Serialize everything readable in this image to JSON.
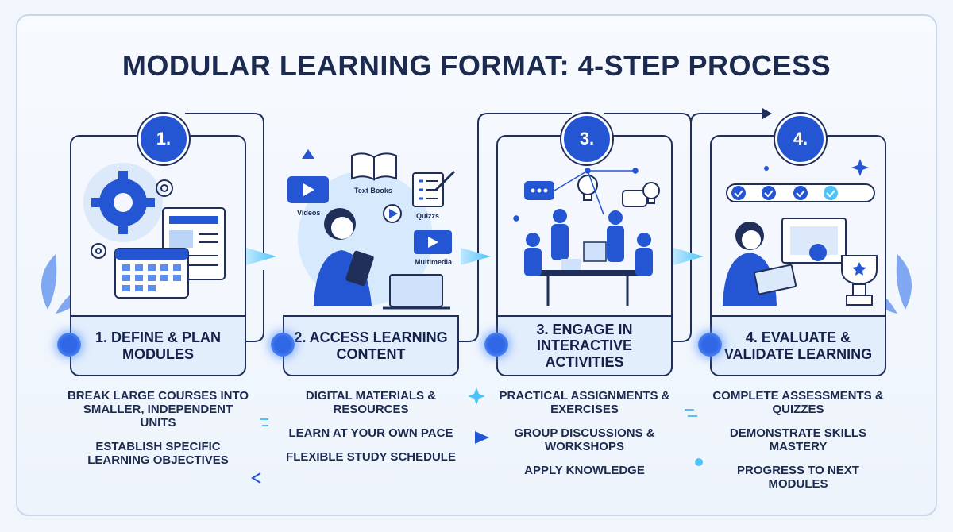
{
  "title": "MODULAR LEARNING FORMAT: 4-STEP PROCESS",
  "steps": [
    {
      "badge": "1.",
      "label": "1. DEFINE & PLAN MODULES",
      "bullets": [
        "BREAK LARGE COURSES INTO SMALLER, INDEPENDENT UNITS",
        "ESTABLISH SPECIFIC LEARNING OBJECTIVES"
      ]
    },
    {
      "badge": "2.",
      "label": "2. ACCESS LEARNING CONTENT",
      "bullets": [
        "DIGITAL MATERIALS & RESOURCES",
        "LEARN AT YOUR OWN PACE",
        "FLEXIBLE STUDY SCHEDULE"
      ],
      "illustration_labels": {
        "videos": "Videos",
        "textbooks": "Text Books",
        "quizzs": "Quizzs",
        "multimedia": "Multimedia"
      }
    },
    {
      "badge": "3.",
      "label": "3. ENGAGE IN INTERACTIVE ACTIVITIES",
      "bullets": [
        "PRACTICAL ASSIGNMENTS & EXERCISES",
        "GROUP DISCUSSIONS & WORKSHOPS",
        "APPLY KNOWLEDGE"
      ]
    },
    {
      "badge": "4.",
      "label": "4. EVALUATE & VALIDATE LEARNING",
      "bullets": [
        "COMPLETE ASSESSMENTS & QUIZZES",
        "DEMONSTRATE SKILLS MASTERY",
        "PROGRESS TO NEXT MODULES"
      ]
    }
  ],
  "colors": {
    "primary": "#2456d3",
    "navy": "#1b2a4e",
    "accent_cyan": "#4fc3f7",
    "card_bg": "#f4f8fe"
  }
}
